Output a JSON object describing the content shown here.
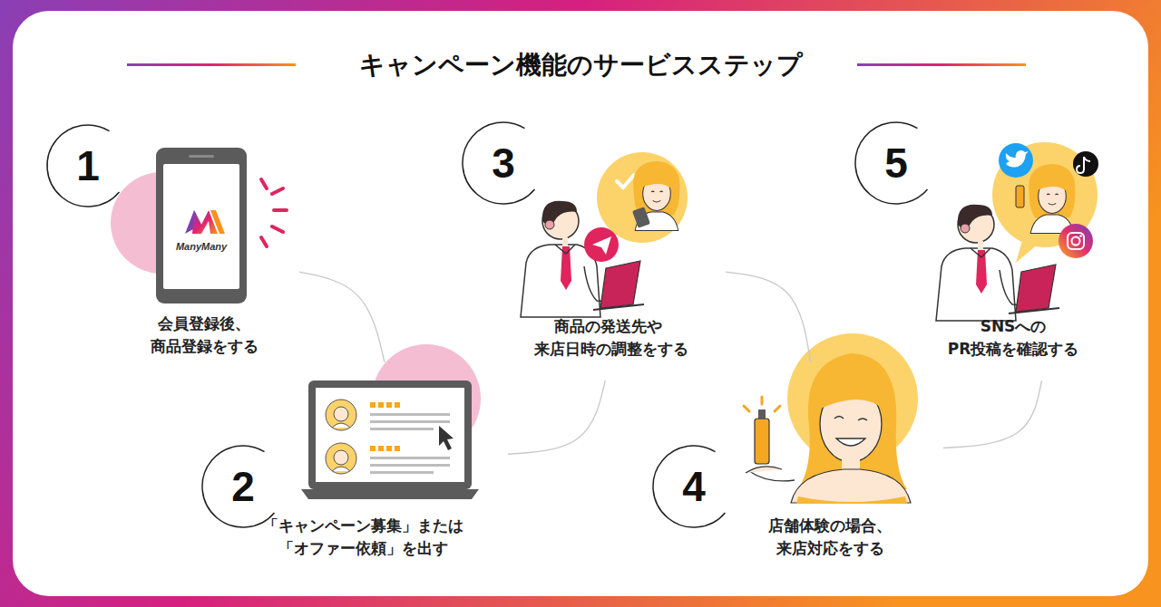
{
  "diagram": {
    "title": "キャンペーン機能のサービスステップ",
    "nodes": [
      {
        "text": [
          "1",
          "会員登録後、 商品登録をする"
        ]
      },
      {
        "text": [
          "2",
          "「キャンペーン募集」または 「オファー依頼」を出す"
        ]
      },
      {
        "text": [
          "3",
          "商品の発送先や 来店日時の調整をする"
        ]
      },
      {
        "text": [
          "4",
          "店舗体験の場合、 来店対応をする"
        ]
      },
      {
        "text": [
          "5",
          "SNSへの PR投稿を確認する"
        ]
      }
    ],
    "edges": [
      {
        "from": 0,
        "to": 1,
        "arrow": "none"
      },
      {
        "from": 1,
        "to": 2,
        "arrow": "none"
      },
      {
        "from": 2,
        "to": 3,
        "arrow": "none"
      },
      {
        "from": 3,
        "to": 4,
        "arrow": "none"
      }
    ],
    "labels": [
      "ManyMany"
    ]
  }
}
